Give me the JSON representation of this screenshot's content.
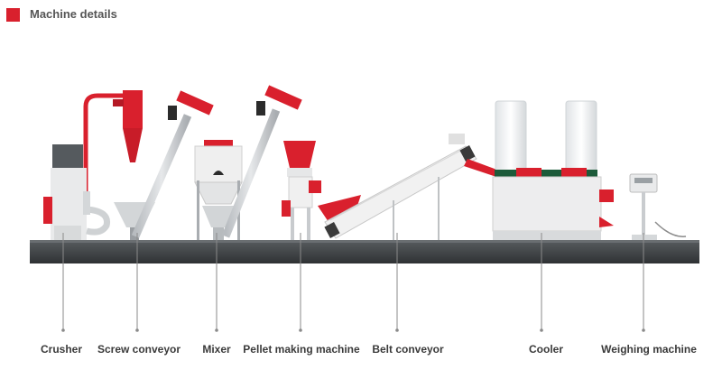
{
  "header": {
    "title": "Machine details"
  },
  "colors": {
    "accent": "#d9202d",
    "floor": "#3f4244",
    "steel": "#c7cbcf",
    "body": "#eeeeee",
    "leader": "#8a8a8a",
    "label": "#3a3a3a"
  },
  "machines": [
    {
      "id": "crusher",
      "label": "Crusher"
    },
    {
      "id": "screw-conveyor",
      "label": "Screw conveyor"
    },
    {
      "id": "mixer",
      "label": "Mixer"
    },
    {
      "id": "pellet-making-machine",
      "label": "Pellet making machine"
    },
    {
      "id": "belt-conveyor",
      "label": "Belt conveyor"
    },
    {
      "id": "cooler",
      "label": "Cooler"
    },
    {
      "id": "weighing-machine",
      "label": "Weighing machine"
    }
  ]
}
